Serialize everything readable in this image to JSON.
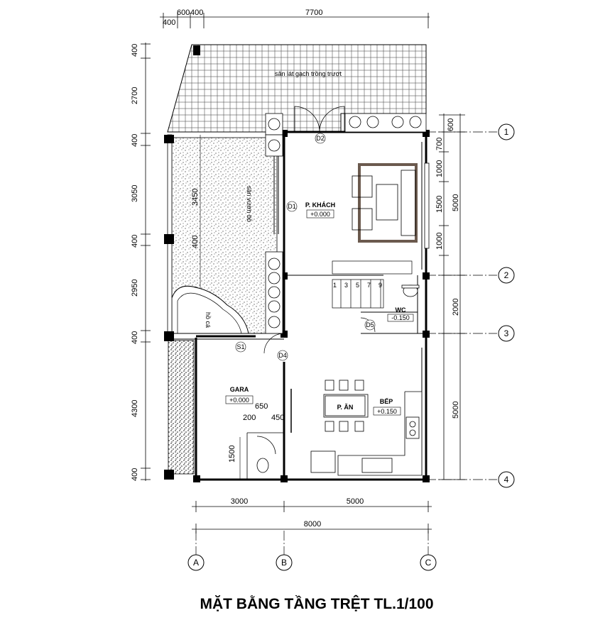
{
  "title": "MẶT BẰNG  TẦNG TRỆT  TL.1/100",
  "top_dims": [
    "400",
    "600",
    "400",
    "7700"
  ],
  "left_dims": [
    "400",
    "2700",
    "400",
    "3050",
    "400",
    "2950",
    "400",
    "4300",
    "400"
  ],
  "right_dims": [
    "600",
    "700",
    "1000",
    "1500",
    "1000",
    "5000",
    "2000",
    "5000"
  ],
  "bottom_dims": [
    "3000",
    "5000",
    "8000"
  ],
  "axes_numbers": [
    "1",
    "2",
    "3",
    "4"
  ],
  "axes_letters": [
    "A",
    "B",
    "C"
  ],
  "rooms": {
    "terrace": "sân lát gạch trồng trượt",
    "garden": "sân vườn bồ",
    "pond": "hồ cá",
    "living_name": "P. KHÁCH",
    "living_level": "+0.000",
    "wc_name": "WC",
    "wc_level": "-0.150",
    "garage_name": "GARA",
    "garage_level": "+0.000",
    "dining_name": "P. ĂN",
    "kitchen_name": "BẾP",
    "kitchen_level": "+0.150"
  },
  "garden_dims": [
    "3450",
    "400",
    "2950"
  ],
  "garage_dims": [
    "650",
    "200",
    "450",
    "1500"
  ],
  "doors": [
    "D1",
    "D2",
    "D4",
    "D5",
    "S1"
  ],
  "stair_steps": [
    "1",
    "3",
    "5",
    "7",
    "9"
  ]
}
